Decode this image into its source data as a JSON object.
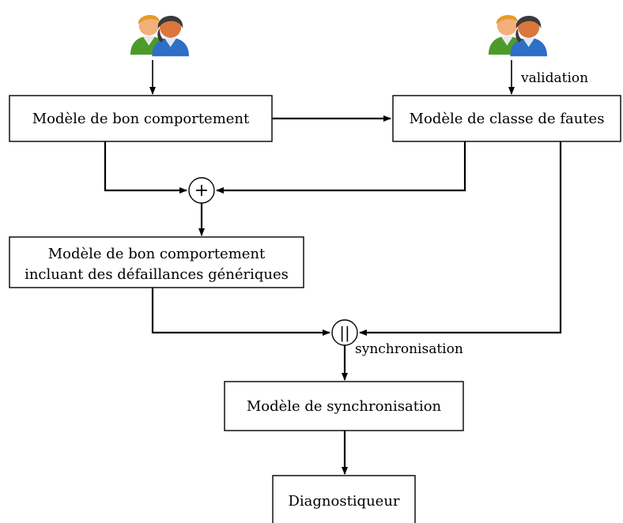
{
  "boxes": {
    "good_behavior": "Modèle de bon comportement",
    "fault_class": "Modèle de classe de fautes",
    "combined_line1": "Modèle de bon comportement",
    "combined_line2": "incluant des défaillances génériques",
    "synchronisation_model": "Modèle de synchronisation",
    "diagnoser": "Diagnostiqueur"
  },
  "edge_labels": {
    "validation": "validation",
    "synchronisation": "synchronisation"
  },
  "operators": {
    "plus": "+",
    "parallel": "||"
  },
  "icons": [
    "users-icon",
    "users-icon"
  ]
}
